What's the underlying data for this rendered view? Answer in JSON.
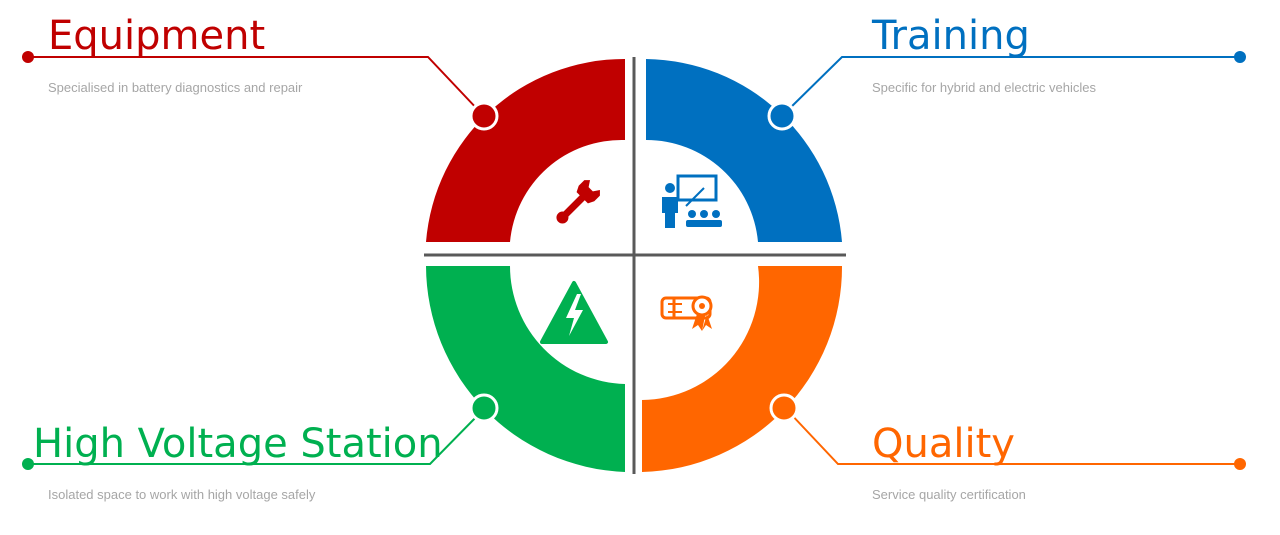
{
  "colors": {
    "equipment": "#c00000",
    "training": "#0070c0",
    "high_voltage": "#00b050",
    "quality": "#ff6600",
    "divider": "#595959",
    "description_text": "#a6a6a6"
  },
  "quadrants": {
    "equipment": {
      "title": "Equipment",
      "description": "Specialised in battery diagnostics and repair",
      "icon": "wrench-icon"
    },
    "training": {
      "title": "Training",
      "description": "Specific for hybrid and electric vehicles",
      "icon": "presentation-icon"
    },
    "high_voltage": {
      "title": "High Voltage Station",
      "description": "Isolated space to work with high voltage safely",
      "icon": "high-voltage-warning-icon"
    },
    "quality": {
      "title": "Quality",
      "description": "Service quality certification",
      "icon": "certificate-icon"
    }
  }
}
